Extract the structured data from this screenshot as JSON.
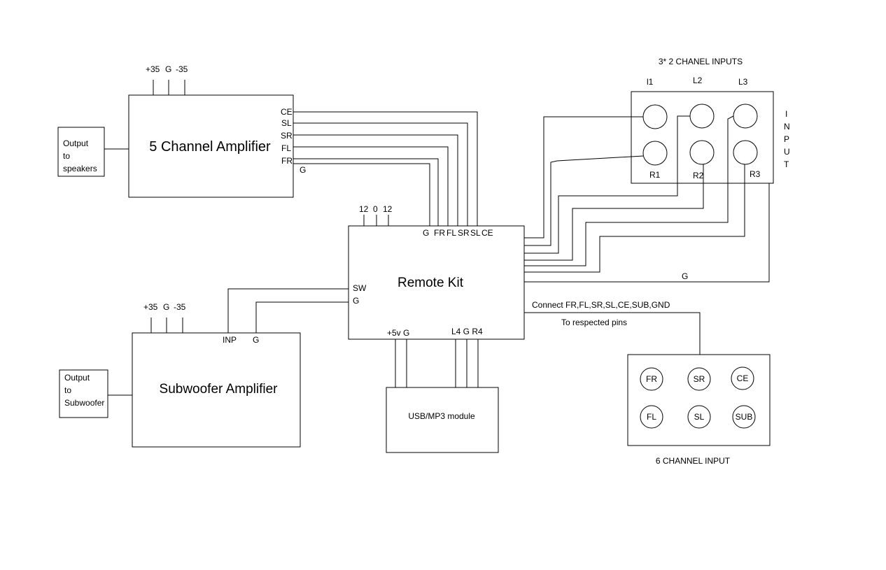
{
  "amp5": {
    "title": "5 Channel Amplifier",
    "power": [
      "+35",
      "G",
      "-35"
    ],
    "outputs": [
      "CE",
      "SL",
      "SR",
      "FL",
      "FR"
    ],
    "ground": "G"
  },
  "speaker_out": {
    "lines": [
      "Output",
      "to",
      "speakers"
    ]
  },
  "remote": {
    "title": "Remote Kit",
    "top_power": [
      "12",
      "0",
      "12"
    ],
    "top_pins": [
      "G",
      "FR",
      "FL",
      "SR",
      "SL",
      "CE"
    ],
    "left_pins": [
      "SW",
      "G"
    ],
    "bottom_power": "+5v G",
    "bottom_audio": "L4 G R4"
  },
  "sub_amp": {
    "title": "Subwoofer Amplifier",
    "power": [
      "+35",
      "G",
      "-35"
    ],
    "inputs": [
      "INP",
      "G"
    ]
  },
  "sub_out": {
    "lines": [
      "Output",
      "to",
      "Subwoofer"
    ]
  },
  "usb": {
    "title": "USB/MP3 module"
  },
  "inputs3x2": {
    "title": "3* 2 CHANEL INPUTS",
    "top_labels": [
      "l1",
      "L2",
      "L3"
    ],
    "bottom_labels": [
      "R1",
      "R2",
      "R3"
    ],
    "side_letters": [
      "I",
      "N",
      "P",
      "U",
      "T"
    ]
  },
  "ground_label": "G",
  "connect_note": [
    "Connect FR,FL,SR,SL,CE,SUB,GND",
    "To respected pins"
  ],
  "six_ch": {
    "title": "6 CHANNEL INPUT",
    "jacks": [
      "FR",
      "SR",
      "CE",
      "FL",
      "SL",
      "SUB"
    ]
  }
}
